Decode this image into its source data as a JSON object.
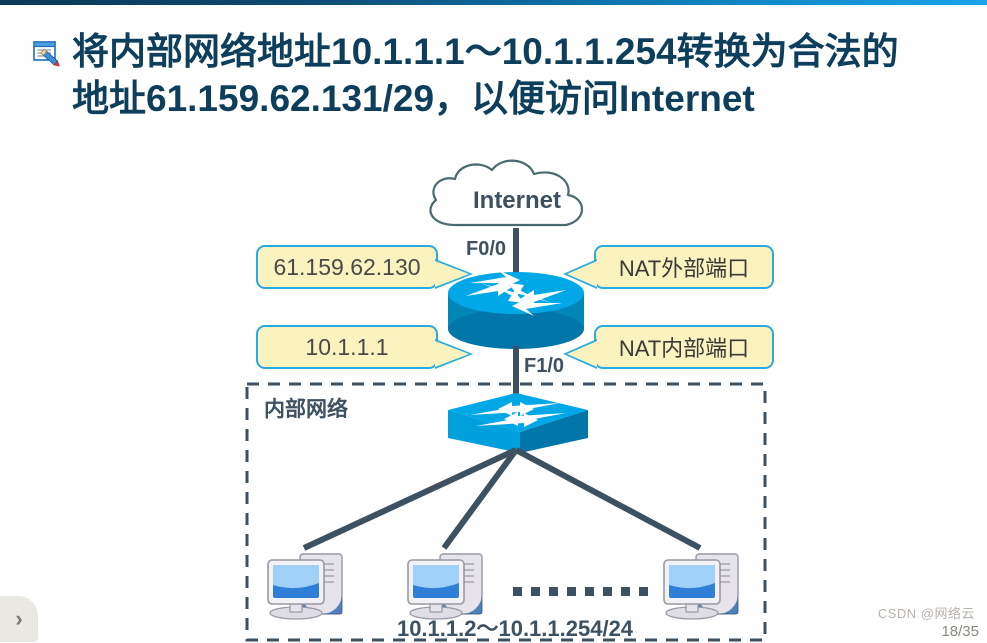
{
  "slide": {
    "title_icon": "document-edit-icon",
    "title": "将内部网络地址10.1.1.1～10.1.1.254转换为合法的\n地址61.159.62.131/29，以便访问Internet",
    "page_number": "18/35",
    "watermark": "CSDN @网络云",
    "next_button": "›"
  },
  "colors": {
    "title_text": "#0d3e5c",
    "accent_blue": "#29abe2",
    "device_cyan": "#00a0dd",
    "device_dark_cyan": "#0077a8",
    "callout_fill": "#faf3c0",
    "line_dark": "#3d5161",
    "top_rule_start": "#0b3a57",
    "top_rule_end": "#1ba3e8"
  },
  "diagram": {
    "cloud": {
      "label": "Internet",
      "icon": "cloud-icon"
    },
    "router": {
      "icon": "router-icon"
    },
    "switch": {
      "icon": "switch-icon"
    },
    "interfaces": {
      "outside": "F0/0",
      "inside": "F1/0"
    },
    "zone_label": "内部网络",
    "host_range": "10.1.1.2～10.1.1.254/24",
    "callouts": [
      {
        "id": "outside-address",
        "text": "61.159.62.130",
        "side": "left"
      },
      {
        "id": "outside-role",
        "text": "NAT外部端口",
        "side": "right"
      },
      {
        "id": "inside-address",
        "text": "10.1.1.1",
        "side": "left"
      },
      {
        "id": "inside-role",
        "text": "NAT内部端口",
        "side": "right"
      }
    ],
    "hosts": [
      {
        "id": "pc-1",
        "icon": "computer-icon"
      },
      {
        "id": "pc-2",
        "icon": "computer-icon"
      },
      {
        "id": "pc-3",
        "icon": "computer-icon"
      }
    ],
    "ellipsis": "•••••••••"
  }
}
